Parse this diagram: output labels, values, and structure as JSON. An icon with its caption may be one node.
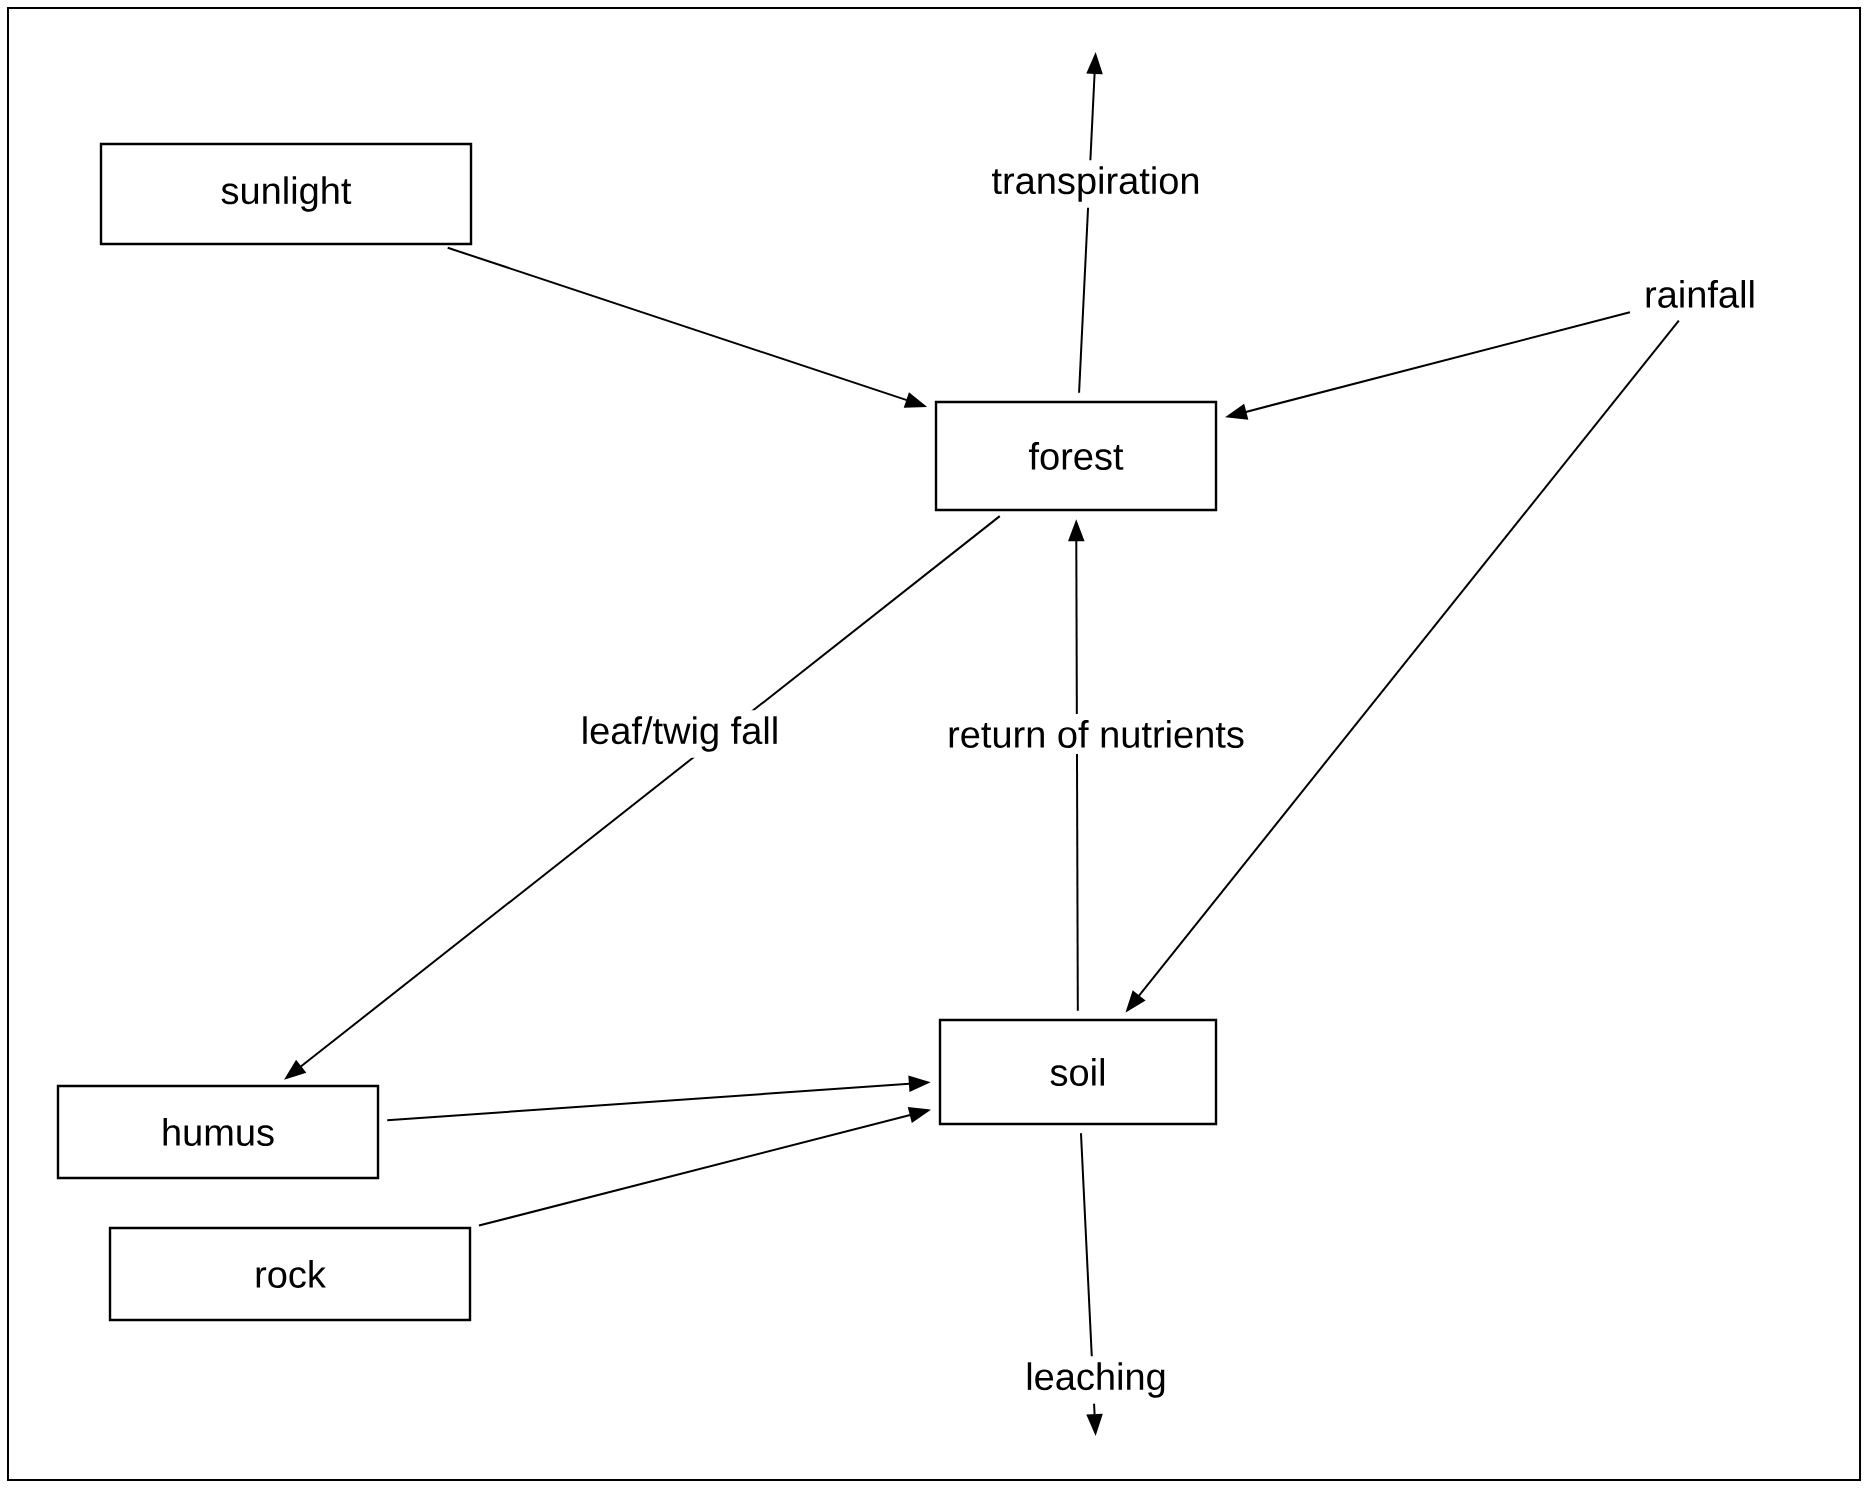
{
  "diagram": {
    "nodes": [
      {
        "text": [
          "sunlight"
        ]
      },
      {
        "text": [
          "forest"
        ]
      },
      {
        "text": [
          "rainfall"
        ]
      },
      {
        "text": [
          "humus"
        ]
      },
      {
        "text": [
          "soil"
        ]
      },
      {
        "text": [
          "rock"
        ]
      }
    ],
    "edges": [
      {
        "from": 0,
        "to": 1,
        "arrow": "to"
      },
      {
        "from": 2,
        "to": 1,
        "arrow": "to"
      },
      {
        "from": 1,
        "to": null,
        "arrow": "to",
        "label": "transpiration"
      },
      {
        "from": 2,
        "to": 4,
        "arrow": "to"
      },
      {
        "from": 1,
        "to": 3,
        "arrow": "to",
        "label": "leaf/twig fall"
      },
      {
        "from": 4,
        "to": 1,
        "arrow": "to",
        "label": "return of nutrients"
      },
      {
        "from": 3,
        "to": 4,
        "arrow": "to"
      },
      {
        "from": 5,
        "to": 4,
        "arrow": "to"
      },
      {
        "from": 4,
        "to": null,
        "arrow": "to",
        "label": "leaching"
      }
    ]
  }
}
